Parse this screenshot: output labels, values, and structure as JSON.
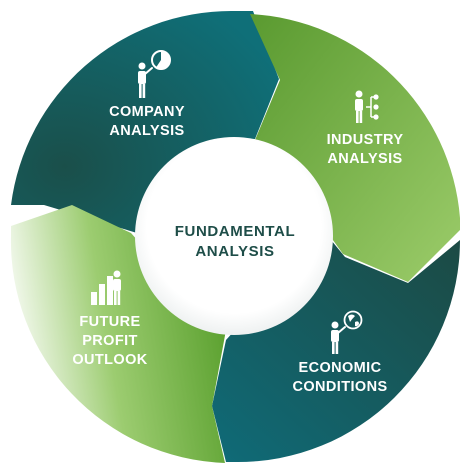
{
  "center": {
    "line1": "FUNDAMENTAL",
    "line2": "ANALYSIS"
  },
  "segments": [
    {
      "line1": "COMPANY",
      "line2": "ANALYSIS",
      "line3": "",
      "icon": "presentation-pie-chart-icon",
      "color": "#1d6b66"
    },
    {
      "line1": "INDUSTRY",
      "line2": "ANALYSIS",
      "line3": "",
      "icon": "person-network-icon",
      "color": "#6aaa3a"
    },
    {
      "line1": "ECONOMIC",
      "line2": "CONDITIONS",
      "line3": "",
      "icon": "person-globe-icon",
      "color": "#155c5c"
    },
    {
      "line1": "FUTURE",
      "line2": "PROFIT",
      "line3": "OUTLOOK",
      "icon": "person-bar-chart-icon",
      "color": "#5fa832"
    }
  ],
  "colors": {
    "dark_teal": "#1a5f5c",
    "teal": "#0e6b74",
    "green": "#6aaa3a",
    "light_green": "#a8d080",
    "center_text": "#1e4d48"
  }
}
